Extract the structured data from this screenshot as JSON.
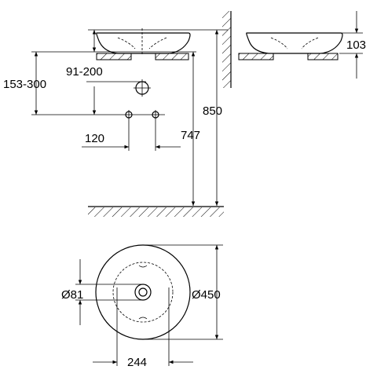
{
  "dimensions": {
    "supply_range": "91-200",
    "drain_height_range": "153-300",
    "supply_spacing": "120",
    "counter_height": "747",
    "total_height": "850",
    "basin_height": "103",
    "drain_diameter": "Ø81",
    "basin_diameter": "Ø450",
    "hole_spacing": "244"
  }
}
